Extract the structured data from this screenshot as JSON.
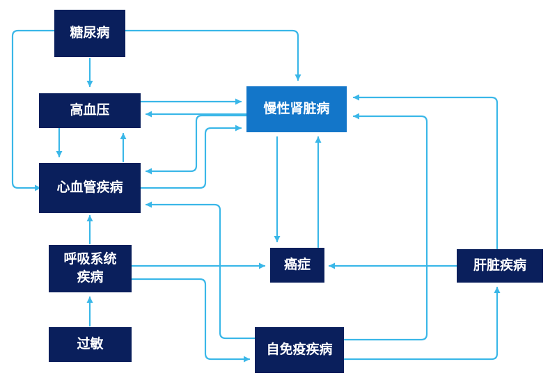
{
  "colors": {
    "node": "#0a1f5c",
    "node_highlight": "#1376c9",
    "arrow": "#3ab7e8",
    "text": "#ffffff"
  },
  "nodes": {
    "diabetes": "糖尿病",
    "hypertension": "高血压",
    "cardiovascular": "心血管疾病",
    "respiratory": "呼吸系统疾病",
    "allergy": "过敏",
    "ckd": "慢性肾脏病",
    "cancer": "癌症",
    "autoimmune": "自免疫疾病",
    "liver": "肝脏疾病"
  },
  "edges": [
    {
      "from": "diabetes",
      "to": "hypertension"
    },
    {
      "from": "diabetes",
      "to": "cardiovascular"
    },
    {
      "from": "diabetes",
      "to": "ckd"
    },
    {
      "from": "hypertension",
      "to": "cardiovascular"
    },
    {
      "from": "cardiovascular",
      "to": "hypertension"
    },
    {
      "from": "hypertension",
      "to": "ckd"
    },
    {
      "from": "ckd",
      "to": "hypertension"
    },
    {
      "from": "ckd",
      "to": "cardiovascular"
    },
    {
      "from": "cardiovascular",
      "to": "ckd"
    },
    {
      "from": "respiratory",
      "to": "cardiovascular"
    },
    {
      "from": "allergy",
      "to": "respiratory"
    },
    {
      "from": "respiratory",
      "to": "cancer"
    },
    {
      "from": "respiratory",
      "to": "autoimmune"
    },
    {
      "from": "autoimmune",
      "to": "cardiovascular"
    },
    {
      "from": "autoimmune",
      "to": "ckd"
    },
    {
      "from": "autoimmune",
      "to": "liver"
    },
    {
      "from": "liver",
      "to": "cancer"
    },
    {
      "from": "liver",
      "to": "ckd"
    },
    {
      "from": "ckd",
      "to": "cancer"
    },
    {
      "from": "cancer",
      "to": "ckd"
    }
  ]
}
